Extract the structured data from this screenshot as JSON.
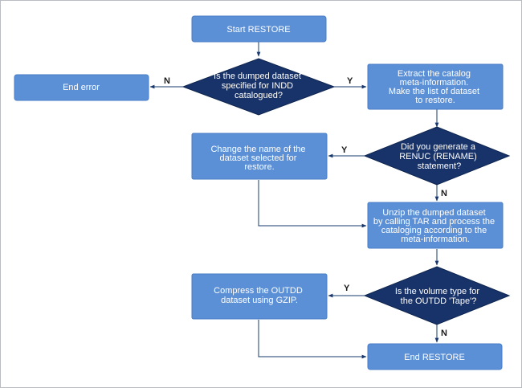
{
  "nodes": {
    "start": {
      "lines": [
        "Start RESTORE"
      ]
    },
    "decision1": {
      "lines": [
        "Is the dumped dataset",
        "specified for INDD",
        "catalogued?"
      ]
    },
    "end_error": {
      "lines": [
        "End error"
      ]
    },
    "extract": {
      "lines": [
        "Extract the catalog",
        "meta-information.",
        "Make the list of dataset",
        "to restore."
      ]
    },
    "decision2": {
      "lines": [
        "Did you generate a",
        "RENUC (RENAME)",
        "statement?"
      ]
    },
    "rename": {
      "lines": [
        "Change the name of the",
        "dataset selected for",
        "restore."
      ]
    },
    "unzip": {
      "lines": [
        "Unzip the dumped dataset",
        "by calling TAR and process the",
        "cataloging according to the",
        "meta-information."
      ]
    },
    "decision3": {
      "lines": [
        "Is the volume type for",
        "the OUTDD 'Tape'?"
      ]
    },
    "compress": {
      "lines": [
        "Compress the OUTDD",
        "dataset using GZIP."
      ]
    },
    "end": {
      "lines": [
        "End RESTORE"
      ]
    }
  },
  "edge_labels": {
    "d1_no": "N",
    "d1_yes": "Y",
    "d2_yes": "Y",
    "d2_no": "N",
    "d3_yes": "Y",
    "d3_no": "N"
  },
  "colors": {
    "process": "#5b8fd6",
    "decision": "#17336a",
    "connector": "#16386e",
    "text_on_shape": "#ffffff"
  }
}
